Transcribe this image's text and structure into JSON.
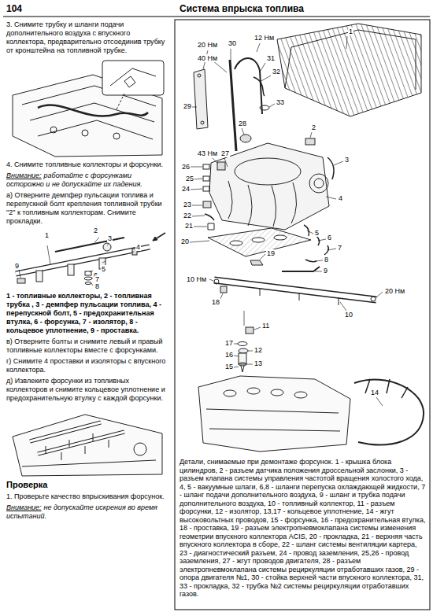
{
  "diagram": {
    "title": "Система впрыска топлива",
    "caption": "Детали, снимаемые при демонтаже форсунок. 1 - крышка блока цилиндров, 2 - разъем датчика положения дроссельной заслонки, 3 - разъем клапана системы управления частотой вращения холостого хода, 4, 5 - вакуумные шлаги, 6,8 - шланги перепуска охлаждающей жидкости, 7 - шланг подачи дополнительного воздуха, 9 - шланг и трубка подачи дополнительного воздуха, 10 - топливный коллектор, 11 - разъем форсунки, 12 - изолятор, 13,17 - кольцевое уплотнение, 14 - жгут высоковольтных проводов, 15 - форсунка, 16 - предохранительная втулка, 18 - проставка, 19 - разъем электропневмоклапана системы изменения геометрии впускного коллектора ACIS, 20 - прокладка, 21 - верхняя часть впускного коллектора в сборе, 22 - шланг системы вентиляции картера, 23 - диагностический разъем, 24 - провод заземления, 25,26 - провод заземления, 27 - жгут проводов двигателя, 28 - разъем электропневмоклапана системы рециркуляции отработавших газов, 29 - опора двигателя №1, 30 - стойка верхней части впускного коллектора, 31, 33 - прокладка, 32 - трубка №2 системы рециркуляции отработавших газов.",
    "labels": [
      "104",
      "3. Снимите трубку и шланги подачи дополнительного воздуха с впускного коллектора, предварительно отсоединив трубку от кронштейна на топливной трубке.",
      "4. Снимите топливные коллекторы и форсунки.",
      "Внимание:",
      "работайте с форсунками осторожно и не допускайте их падения.",
      "а) Отверните демпфер пульсации топлива и перепускной болт крепления топливной трубки \"2\" к топливным коллекторам. Снимите прокладки.",
      "1",
      "2",
      "3",
      "4",
      "5",
      "6",
      "7",
      "8",
      "9",
      "1 - топливные коллекторы, 2 - топливная трубка , 3 - демпфер пульсации топлива, 4 - перепускной болт, 5 - предохранительная втулка, 6 - форсунка, 7 - изолятор, 8 - кольцевое уплотнение, 9 - проставка.",
      "в) Отверните болты и снимите левый и правый топливные коллекторы вместе с форсунками.",
      "г) Снимите 4 проставки и изоляторы с впускного коллектора.",
      "д) Извлеките форсунки из топливных коллекторов и снимите кольцевое уплотнение и предохранительную втулку с каждой форсунки.",
      "Проверка",
      "1. Проверьте качество впрыскивания форсунок.",
      "Внимание:",
      "не допускайте искрения во время испытаний.",
      "20 Нм",
      "30",
      "12 Нм",
      "1",
      "40 Нм",
      "31",
      "32",
      "33",
      "29",
      "28",
      "2",
      "43 Нм",
      "27",
      "3",
      "26",
      "25",
      "24",
      "4",
      "23",
      "22",
      "21",
      "5",
      "6",
      "20",
      "7",
      "19",
      "8",
      "9",
      "10 Нм",
      "20 Нм",
      "18",
      "10",
      "11",
      "17",
      "12",
      "16",
      "13",
      "15",
      "14"
    ]
  }
}
